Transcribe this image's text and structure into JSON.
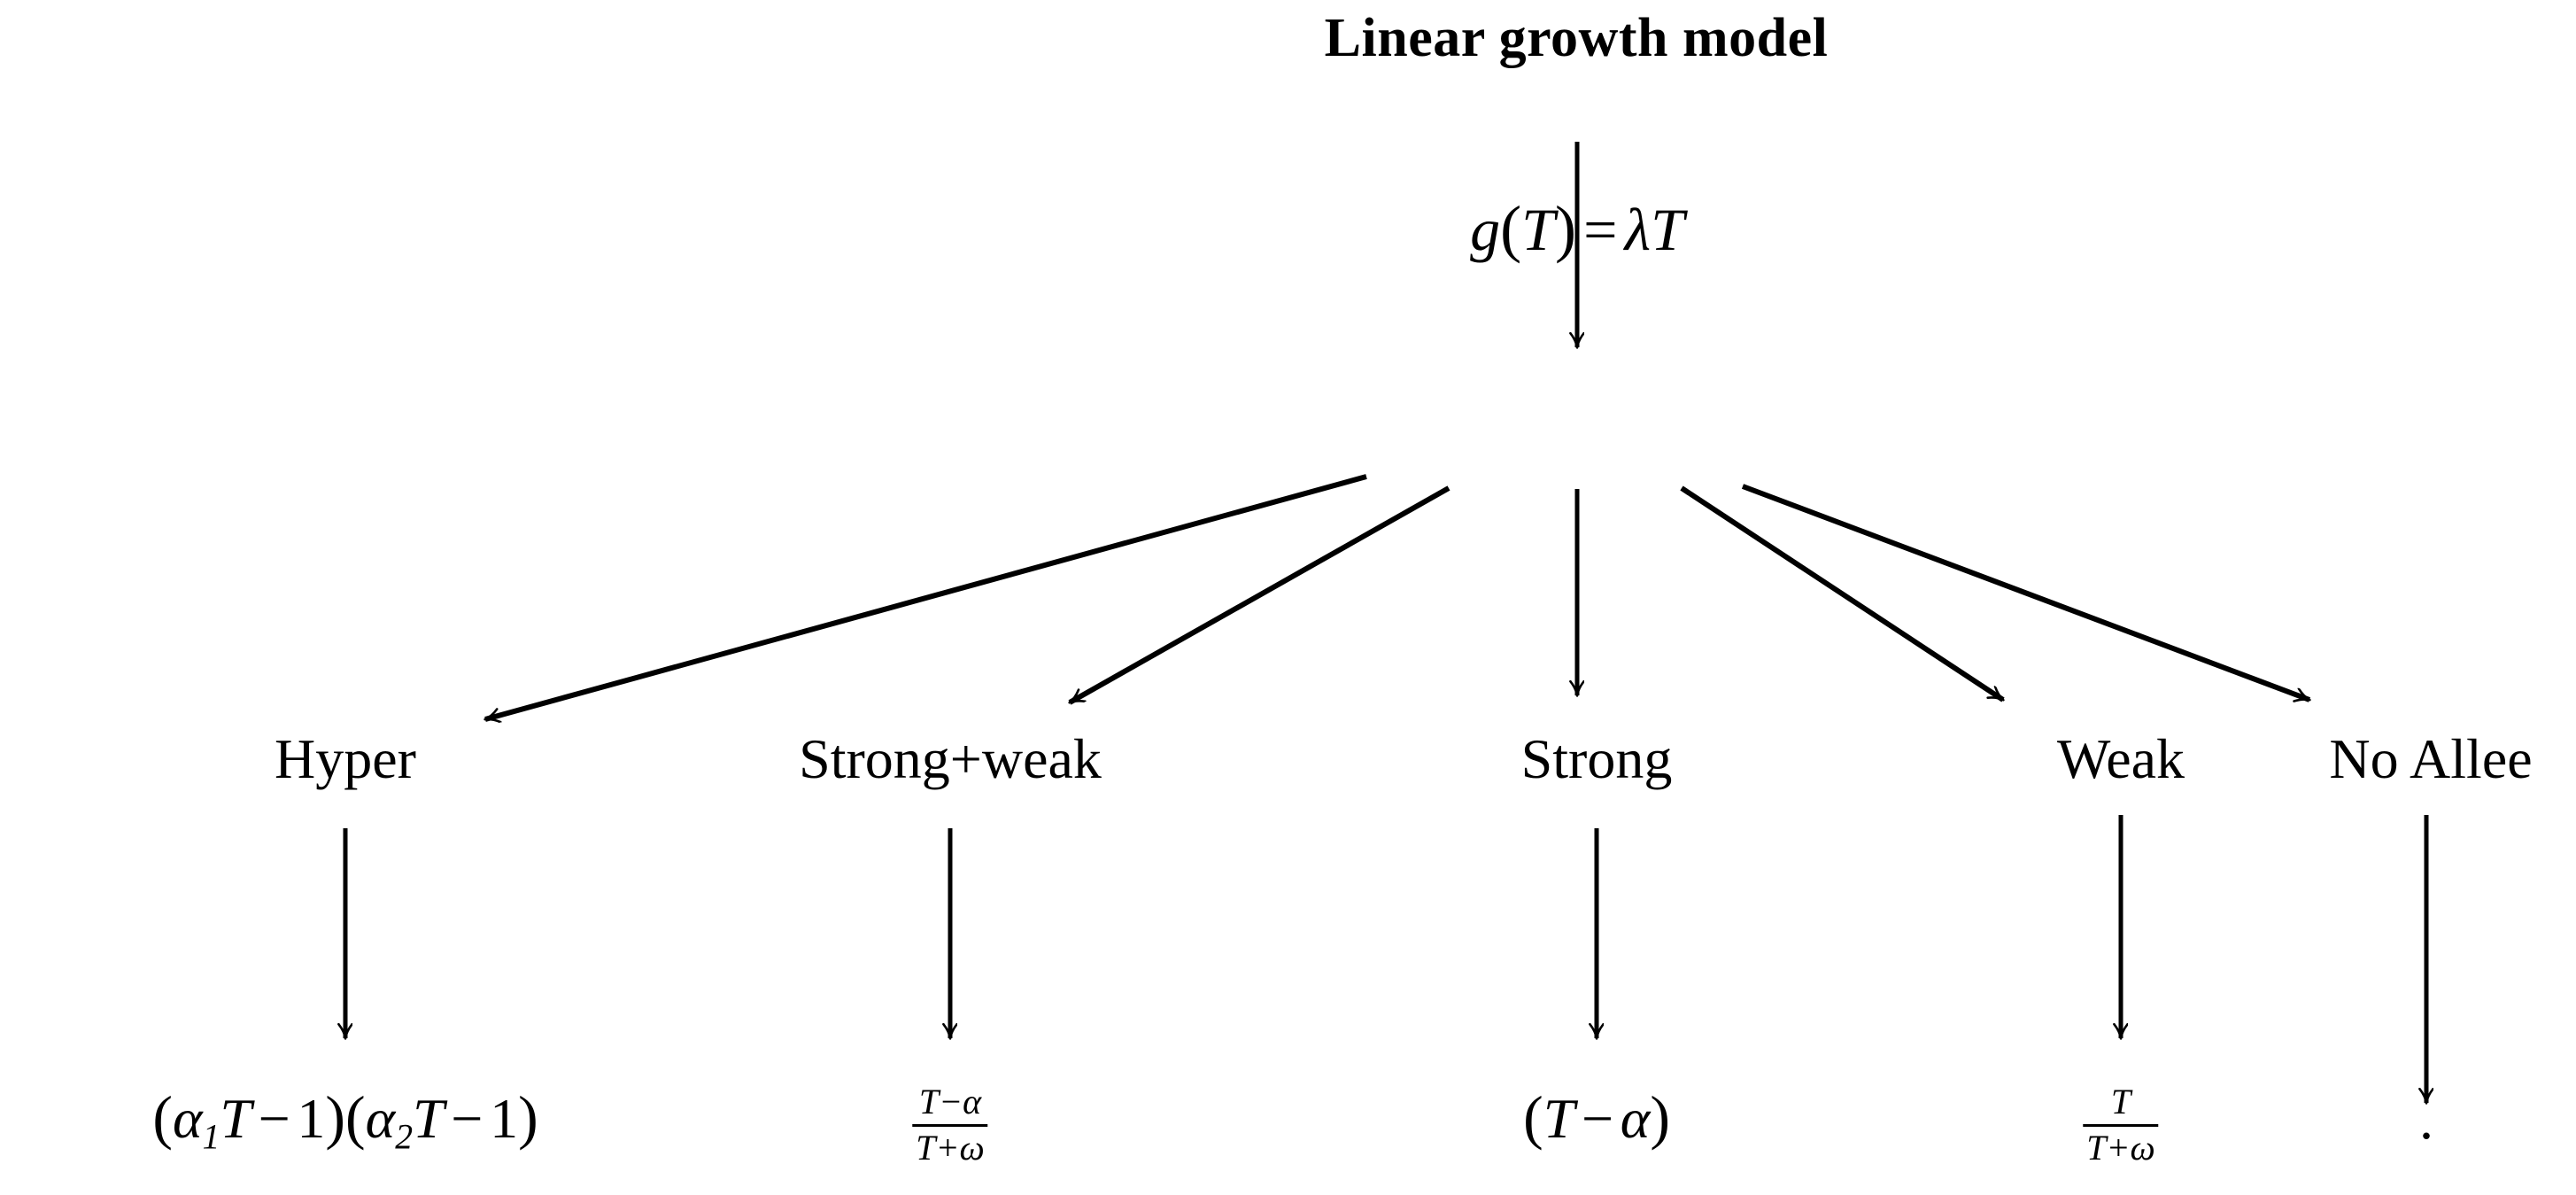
{
  "diagram": {
    "title": "Linear growth model",
    "root": {
      "id": "growth-function",
      "text_plain": "g(T) = λT",
      "lhs_fn": "g",
      "lhs_arg": "T",
      "equals": "=",
      "rhs_coef": "λ",
      "rhs_var": "T"
    },
    "branches": [
      {
        "key": "hyper",
        "label": "Hyper",
        "formula_plain": "(α1T − 1)(α2T − 1)",
        "formula_type": "product",
        "tokens": {
          "open1": "(",
          "alpha1": "α",
          "sub1": "1",
          "var1": "T",
          "minus1": "−",
          "one1": "1",
          "close1": ")",
          "open2": "(",
          "alpha2": "α",
          "sub2": "2",
          "var2": "T",
          "minus2": "−",
          "one2": "1",
          "close2": ")"
        }
      },
      {
        "key": "strong-weak",
        "label": "Strong+weak",
        "formula_plain": "(T − α) / (T + ω)",
        "formula_type": "fraction",
        "numerator": "T−α",
        "denominator": "T+ω"
      },
      {
        "key": "strong",
        "label": "Strong",
        "formula_plain": "(T − α)",
        "formula_type": "parenthesized",
        "tokens": {
          "open": "(",
          "var": "T",
          "minus": "−",
          "alpha": "α",
          "close": ")"
        }
      },
      {
        "key": "weak",
        "label": "Weak",
        "formula_plain": "T / (T + ω)",
        "formula_type": "fraction",
        "numerator": "T",
        "denominator": "T+ω"
      },
      {
        "key": "no-allee",
        "label": "No Allee",
        "formula_plain": ".",
        "formula_type": "dot",
        "dot": "."
      }
    ],
    "style": {
      "stroke_color": "#000000",
      "background_color": "#ffffff"
    }
  }
}
